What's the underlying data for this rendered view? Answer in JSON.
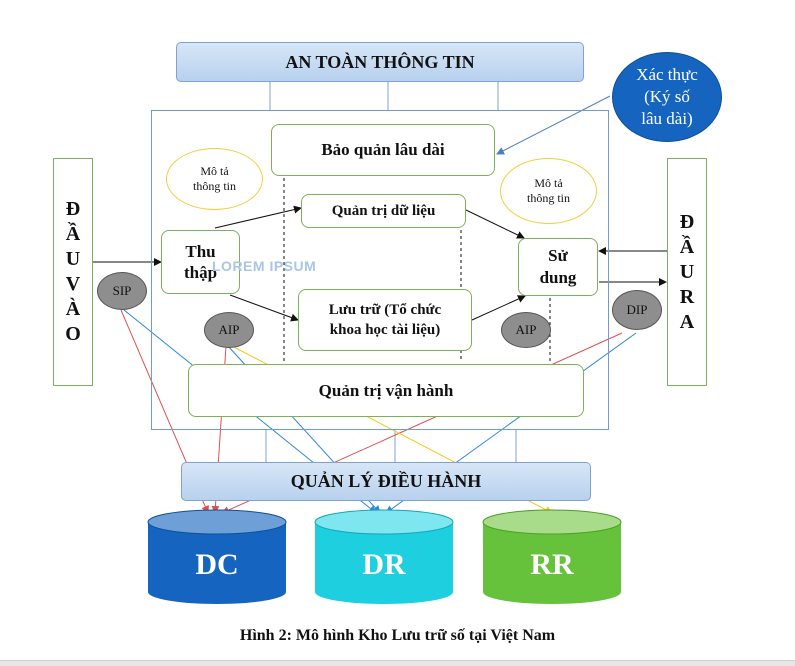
{
  "banners": {
    "top": "AN TOÀN THÔNG TIN",
    "bottom": "QUẢN LÝ ĐIỀU HÀNH"
  },
  "auth_circle": {
    "lines": [
      "Xác thực",
      "(Ký số",
      "lâu dài)"
    ]
  },
  "boxes": {
    "bao_quan": "Bảo quản lâu dài",
    "quan_tri_du_lieu": "Quản trị dữ liệu",
    "luu_tru": [
      "Lưu trữ (Tổ chức",
      "khoa học tài liệu)"
    ],
    "thu_thap": [
      "Thu",
      "thập"
    ],
    "su_dung": [
      "Sử",
      "dung"
    ],
    "quan_tri_van_hanh": "Quản trị vận hành"
  },
  "notes": {
    "left": [
      "Mô tả",
      "thông tin"
    ],
    "right": [
      "Mô tả",
      "thông tin"
    ]
  },
  "side_bars": {
    "input": [
      "Đ",
      "Ầ",
      "U",
      "V",
      "À",
      "O"
    ],
    "output": [
      "Đ",
      "Ầ",
      "U",
      "R",
      "A"
    ]
  },
  "packages": {
    "sip": "SIP",
    "aip_left": "AIP",
    "aip_right": "AIP",
    "dip": "DIP"
  },
  "databases": [
    {
      "label": "DC",
      "color": "#1565c0",
      "top_color": "#6e9fd6"
    },
    {
      "label": "DR",
      "color": "#1ecfe0",
      "top_color": "#7ee6ef"
    },
    {
      "label": "RR",
      "color": "#66c23a",
      "top_color": "#a9dc8a"
    }
  ],
  "watermark": "LOREM IPSUM",
  "caption": "Hình 2: Mô hình Kho Lưu trữ số tại Việt Nam",
  "colors": {
    "banner_border": "#7fa3cf",
    "box_border": "#7db05a",
    "note_border": "#f2cf3c",
    "line_red": "#d9534f",
    "line_blue": "#2e86de",
    "line_yellow": "#f5c518"
  }
}
